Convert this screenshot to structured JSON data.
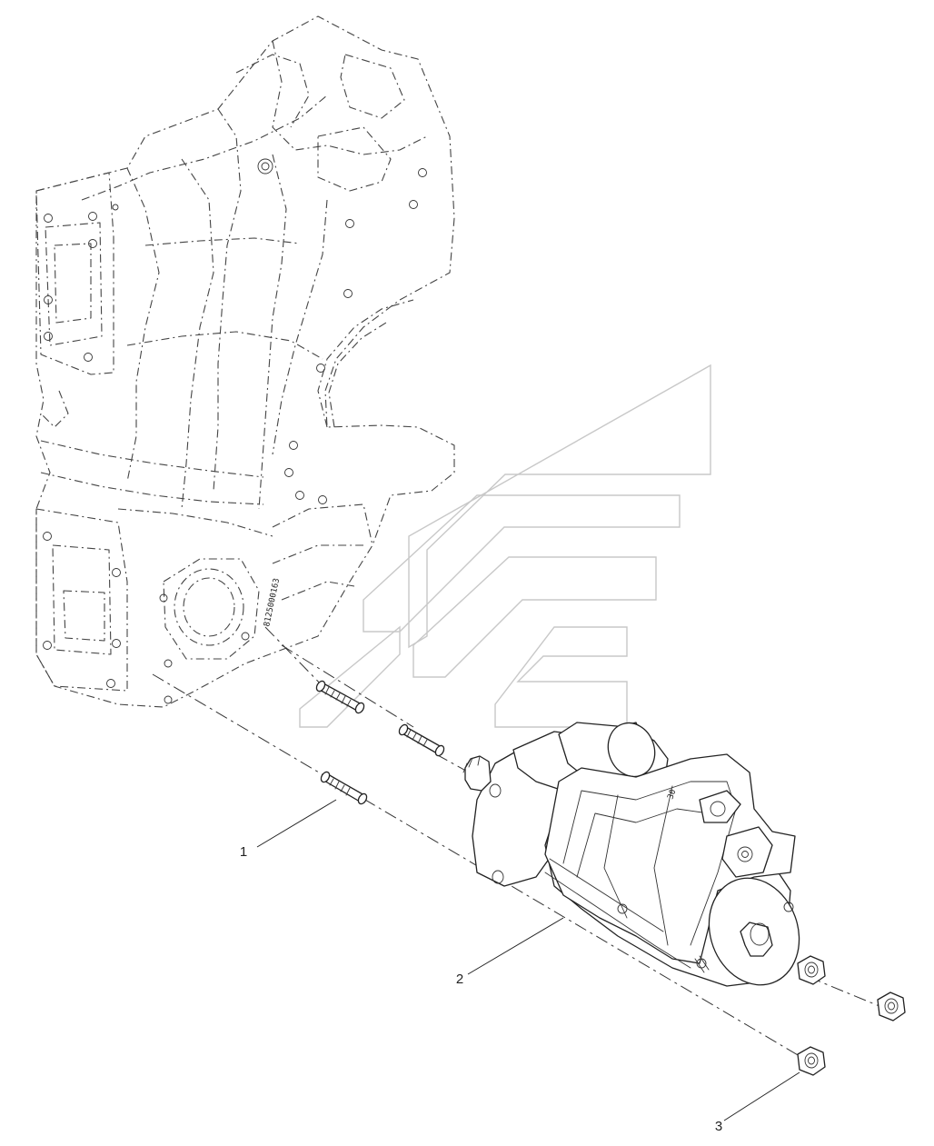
{
  "callouts": [
    {
      "id": "1",
      "label": "1",
      "part": "stud"
    },
    {
      "id": "2",
      "label": "2",
      "part": "starter-motor"
    },
    {
      "id": "3",
      "label": "3",
      "part": "flange-nut"
    }
  ],
  "housing_marking": "8125000163"
}
